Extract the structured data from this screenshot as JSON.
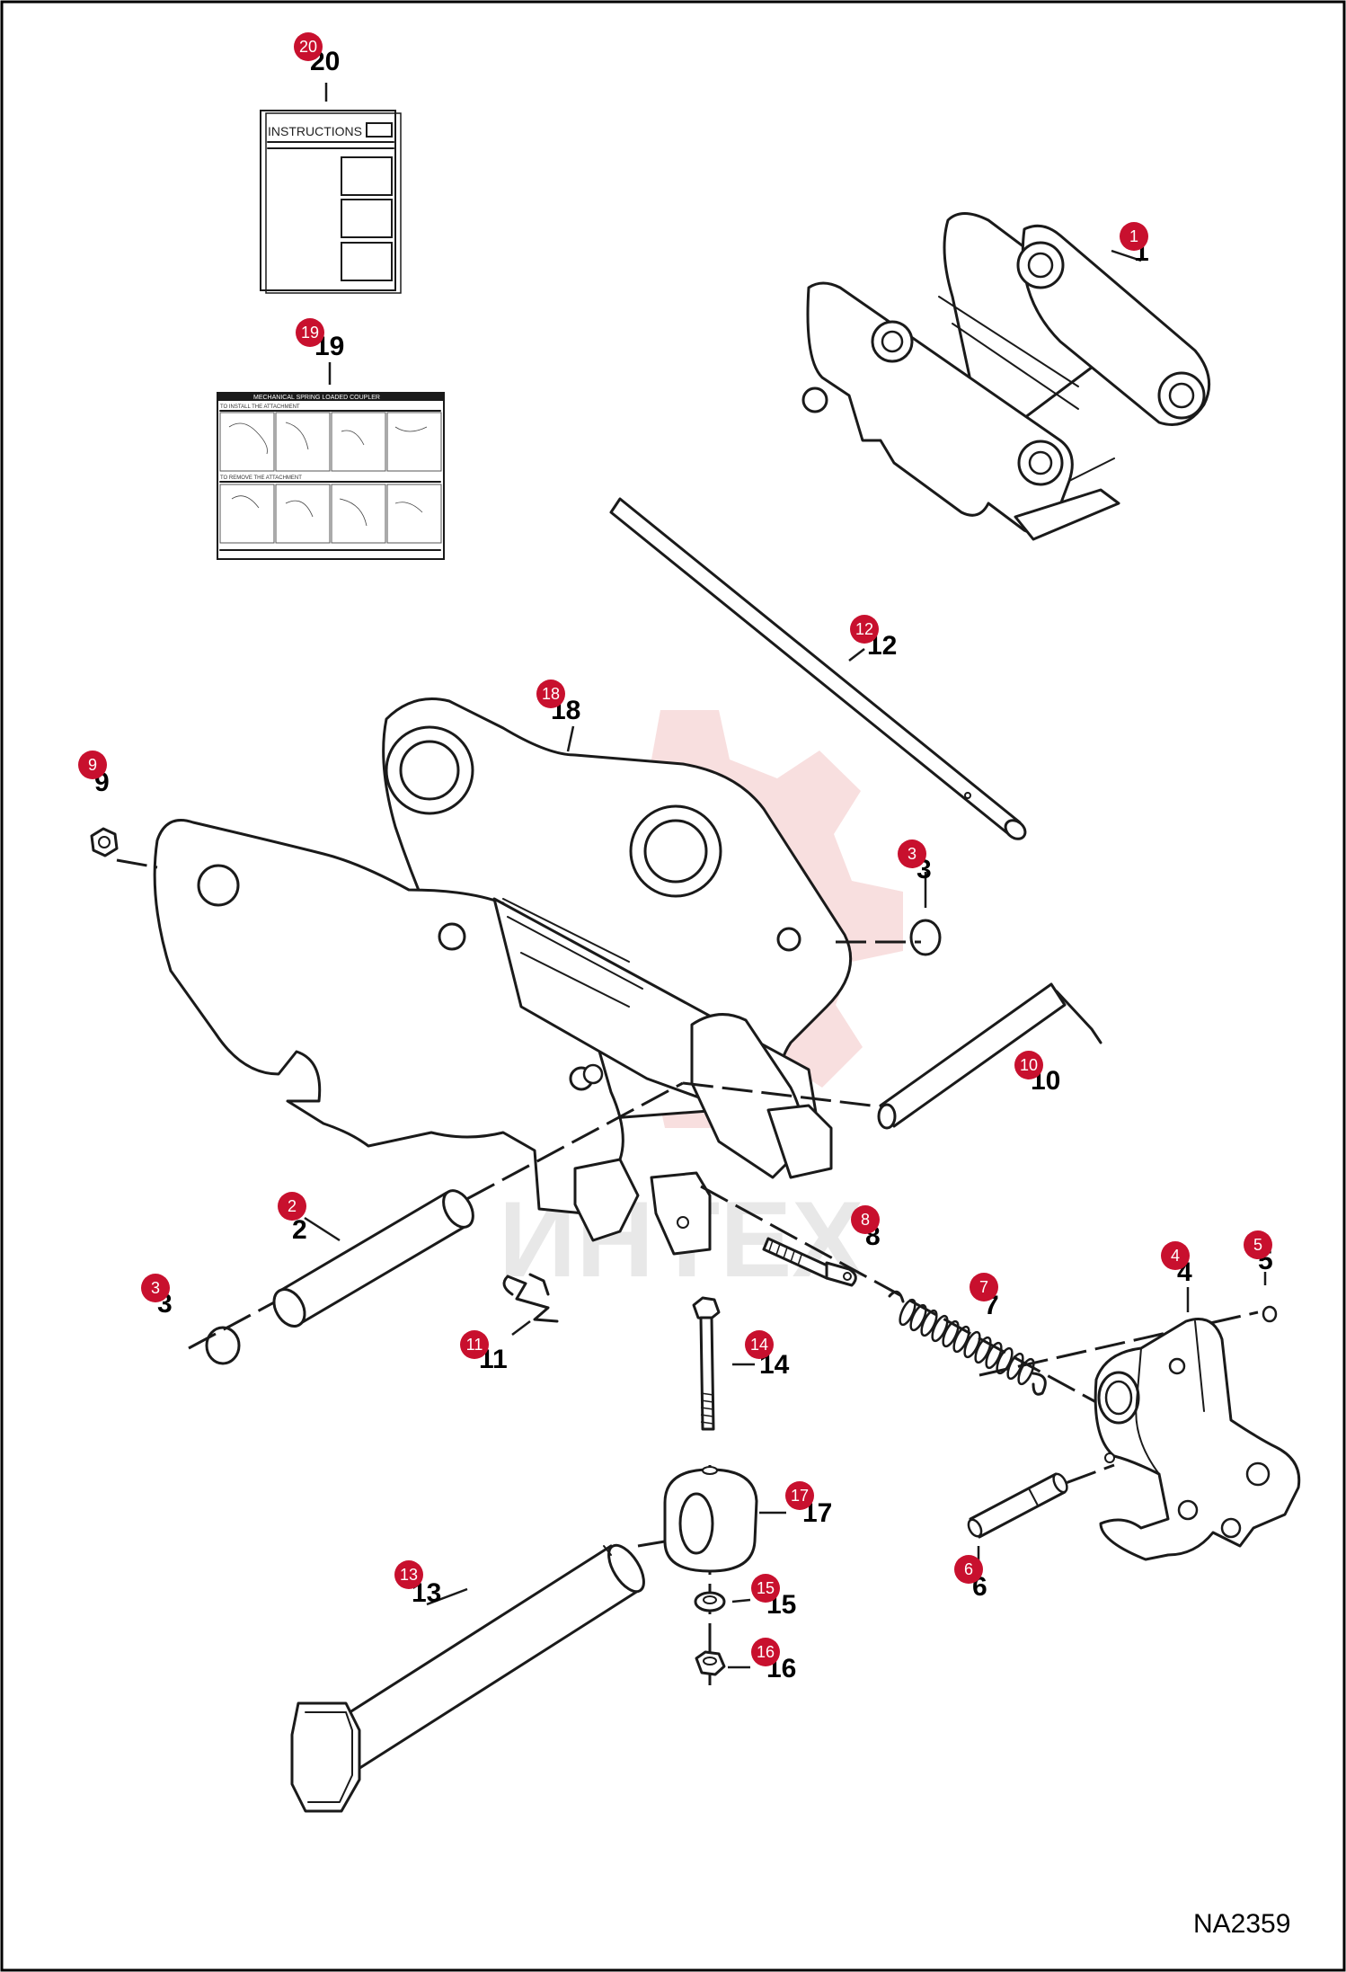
{
  "diagram": {
    "drawing_id": "NA2359",
    "watermark_text": "ИНТЕХ",
    "instructions_manual_title": "INSTRUCTIONS",
    "decal_title": "MECHANICAL SPRING LOADED COUPLER",
    "decal_section_install": "TO INSTALL THE ATTACHMENT",
    "decal_section_remove": "TO REMOVE THE ATTACHMENT",
    "callouts": [
      {
        "id": "20",
        "label": "20"
      },
      {
        "id": "19",
        "label": "19"
      },
      {
        "id": "1",
        "label": "1"
      },
      {
        "id": "12",
        "label": "12"
      },
      {
        "id": "18",
        "label": "18"
      },
      {
        "id": "9",
        "label": "9"
      },
      {
        "id": "3a",
        "label": "3"
      },
      {
        "id": "10",
        "label": "10"
      },
      {
        "id": "2",
        "label": "2"
      },
      {
        "id": "8",
        "label": "8"
      },
      {
        "id": "3b",
        "label": "3"
      },
      {
        "id": "4",
        "label": "4"
      },
      {
        "id": "5",
        "label": "5"
      },
      {
        "id": "7",
        "label": "7"
      },
      {
        "id": "11",
        "label": "11"
      },
      {
        "id": "14",
        "label": "14"
      },
      {
        "id": "17",
        "label": "17"
      },
      {
        "id": "6",
        "label": "6"
      },
      {
        "id": "13",
        "label": "13"
      },
      {
        "id": "15",
        "label": "15"
      },
      {
        "id": "16",
        "label": "16"
      }
    ],
    "colors": {
      "badge": "#c8102e",
      "watermark": "#f3c5c5",
      "line": "#1a1a1a",
      "border": "#000000"
    }
  }
}
